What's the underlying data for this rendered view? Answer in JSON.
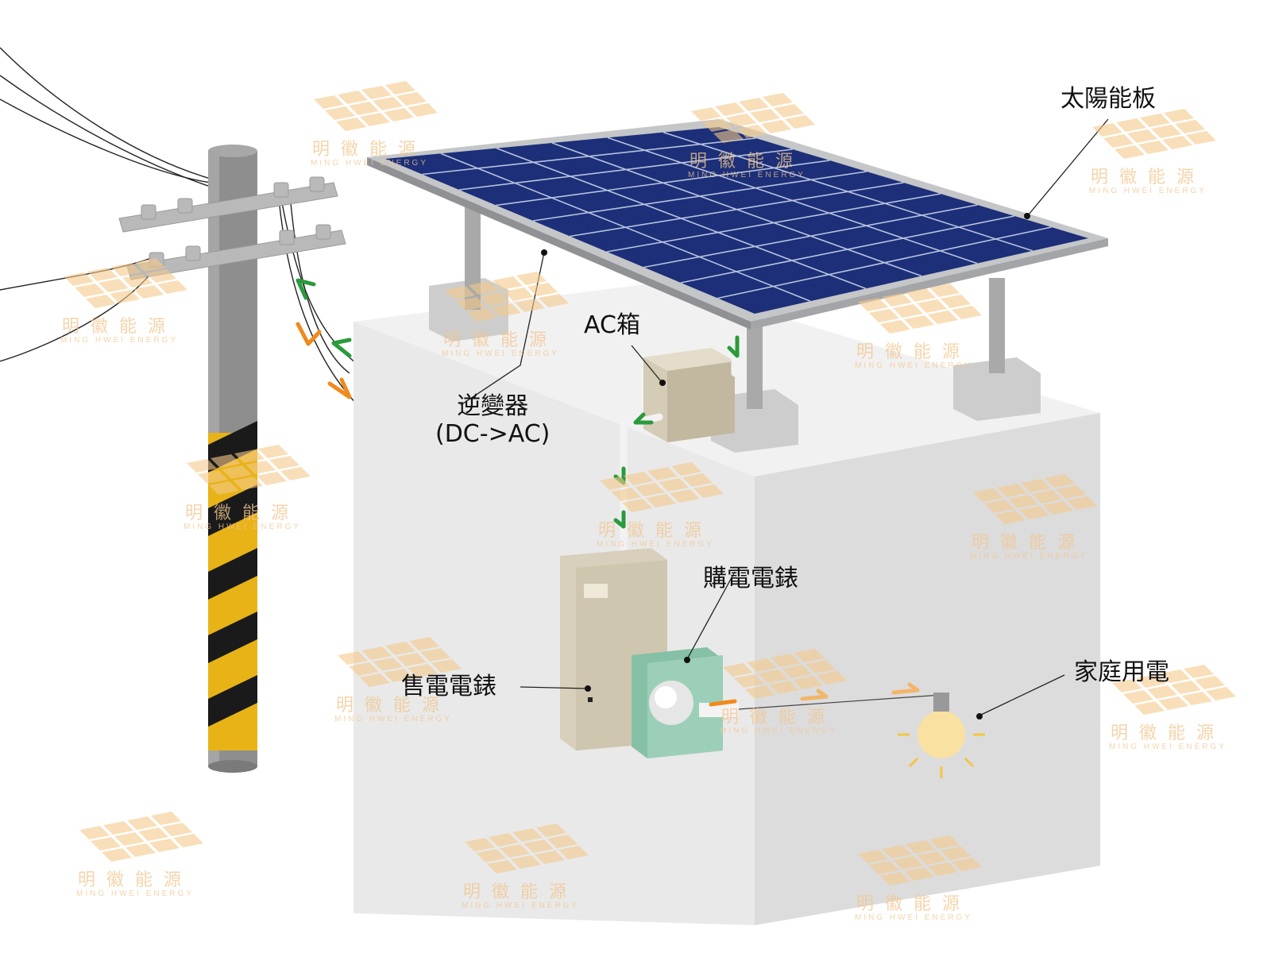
{
  "labels": {
    "solar_panel": "太陽能板",
    "ac_box": "AC箱",
    "inverter_line1": "逆變器",
    "inverter_line2": "(DC->AC)",
    "purchase_meter": "購電電錶",
    "sale_meter": "售電電錶",
    "household": "家庭用電"
  },
  "watermark": {
    "name_cn": "明徽能源",
    "name_en": "MING HWEI ENERGY"
  },
  "colors": {
    "panel_cell": "#1c2f78",
    "panel_frame": "#b5b7b9",
    "building_front": "#e6e6e6",
    "building_side": "#d9d9d9",
    "pole": "#8c8c8c",
    "pole_stripe_yellow": "#e8b317",
    "pole_stripe_black": "#1a1a1a",
    "arrow_green": "#2b9a3c",
    "arrow_orange": "#f08a1d",
    "meter_sale": "#cfc6b0",
    "meter_purchase": "#9ccfb8",
    "watermark": "#f3c98a"
  }
}
